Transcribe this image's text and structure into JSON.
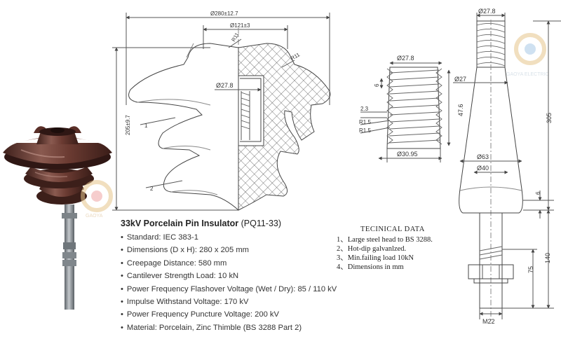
{
  "spec": {
    "title": "33kV Porcelain Pin Insulator",
    "model": "(PQ11-33)",
    "items": [
      "Standard: IEC 383-1",
      "Dimensions (D x H): 280 x 205 mm",
      "Creepage Distance: 580 mm",
      "Cantilever Strength Load: 10 kN",
      "Power Frequency Flashover Voltage (Wet / Dry): 85 / 110 kV",
      "Impulse Withstand Voltage: 170 kV",
      "Power Frequency Puncture Voltage: 200 kV",
      "Material: Porcelain, Zinc Thimble (BS 3288 Part 2)"
    ]
  },
  "technical": {
    "title": "TECINICAL DATA",
    "items": [
      "1、Large steel head to BS 3288.",
      "2、Hot-dip galvanlzed.",
      "3、Min.failing load 10kN",
      "4、Dimensions in mm"
    ]
  },
  "dimensions": {
    "overall_dia": "Ø280±12.7",
    "top_dia": "Ø121±3",
    "radius_top": "R11",
    "radius_side": "R11",
    "thimble_dia": "Ø27.8",
    "height": "205±9.7",
    "callout_1": "1",
    "callout_2": "2",
    "thread_top_dia": "Ø27.8",
    "thread_6": "6",
    "thread_47": "47.6",
    "thread_23": "2.3",
    "thread_r1": "R1.5",
    "thread_r2": "R1.5",
    "thread_bottom_dia": "Ø30.95",
    "pin_top_dia": "Ø27.8",
    "pin_dia_27": "Ø27",
    "pin_height": "305",
    "pin_dia_63": "Ø63",
    "pin_dia_40": "Ø40",
    "pin_6": "6",
    "pin_75": "75",
    "pin_140": "140",
    "pin_thread": "M22"
  },
  "colors": {
    "porcelain": "#6b3b32",
    "porcelain_dark": "#3e201b",
    "porcelain_light": "#9a6a60",
    "steel": "#8f969c",
    "line": "#555555",
    "watermark": "#e2c9a3"
  },
  "icons": [
    "watermark-logo-icon"
  ]
}
